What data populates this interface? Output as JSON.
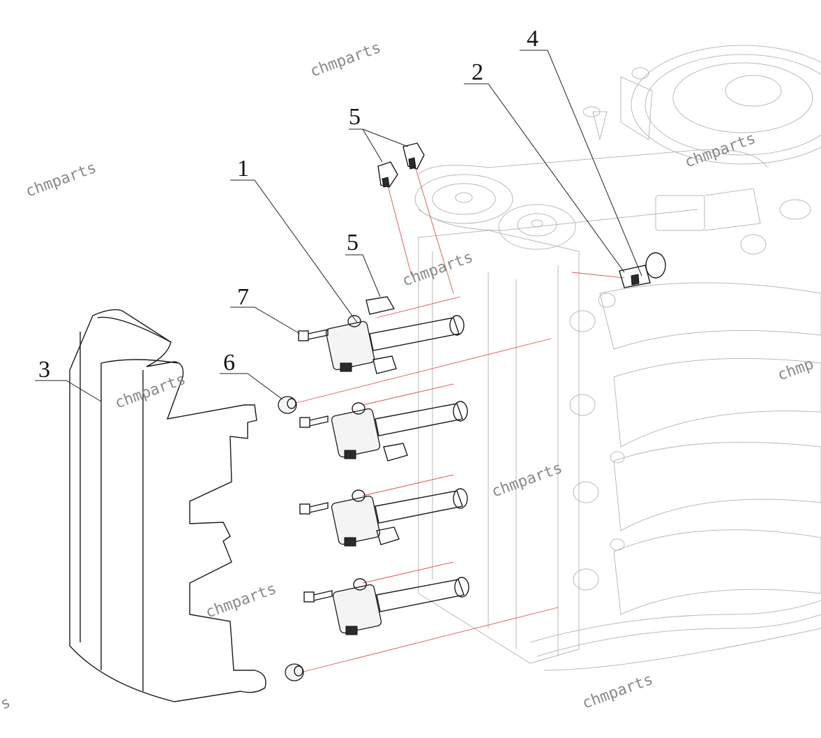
{
  "callouts": [
    {
      "label": "1"
    },
    {
      "label": "2"
    },
    {
      "label": "3"
    },
    {
      "label": "4"
    },
    {
      "label": "5"
    },
    {
      "label": "5"
    },
    {
      "label": "6"
    },
    {
      "label": "7"
    }
  ],
  "watermark": {
    "text": "chmparts",
    "partial_right": "chmp",
    "partial_left": "s"
  },
  "colors": {
    "ink": "#1a1a1a",
    "faint": "#b9b9b9",
    "guide": "#e05050",
    "watermark": "#8a8a8a"
  }
}
